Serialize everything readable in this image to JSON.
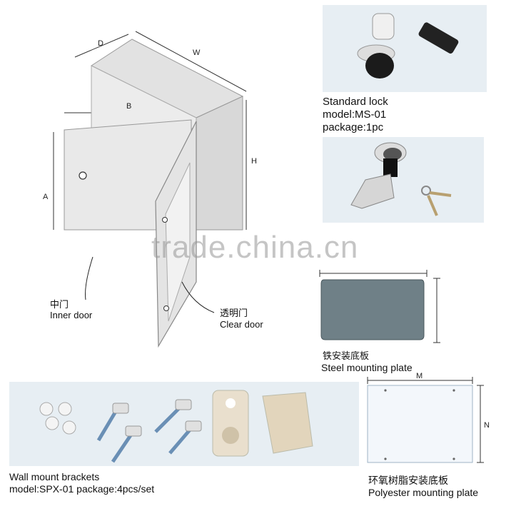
{
  "cabinet": {
    "dims": {
      "D": "D",
      "W": "W",
      "B": "B",
      "H": "H",
      "A": "A"
    },
    "inner_door_cn": "中门",
    "inner_door_en": "Inner door",
    "clear_door_cn": "透明门",
    "clear_door_en": "Clear door"
  },
  "standard_lock": {
    "line1": "Standard lock",
    "line2": "model:MS-01",
    "line3": "package:1pc"
  },
  "steel_plate": {
    "cn": "铁安装底板",
    "en": "Steel mounting plate"
  },
  "wall_brackets": {
    "line1": "Wall mount brackets",
    "line2": "model:SPX-01 package:4pcs/set"
  },
  "polyester_plate": {
    "dims": {
      "M": "M",
      "N": "N"
    },
    "cn": "环氧树脂安装底板",
    "en": "Polyester mounting plate"
  },
  "watermark": "trade.china.cn",
  "colors": {
    "panel_bg": "#e7eef3",
    "steel_plate": "#6f8087",
    "cabinet": "#e6e6e6"
  }
}
